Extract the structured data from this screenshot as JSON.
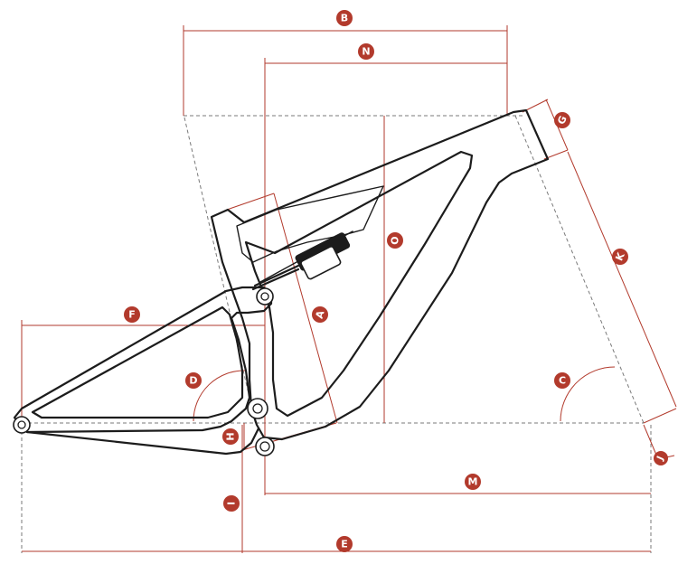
{
  "labels": {
    "A": "A",
    "B": "B",
    "C": "C",
    "D": "D",
    "E": "E",
    "F": "F",
    "G": "G",
    "H": "H",
    "I": "I",
    "J": "J",
    "K": "K",
    "M": "M",
    "N": "N",
    "O": "O"
  },
  "colors": {
    "accent": "#b23a2c",
    "frame": "#1c1c1c",
    "guide": "#7a7a7a"
  }
}
